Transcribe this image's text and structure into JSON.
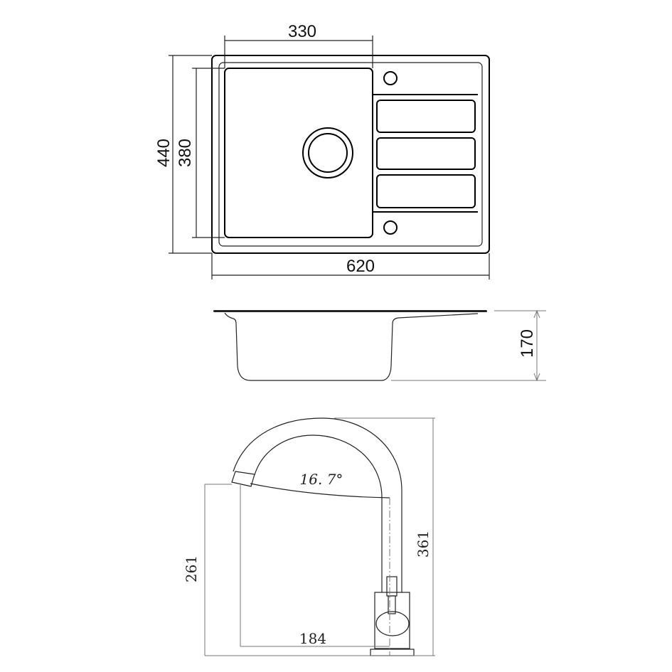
{
  "top_view": {
    "width_total": "620",
    "bowl_width": "330",
    "depth_total": "440",
    "bowl_depth": "380"
  },
  "side_view": {
    "height": "170"
  },
  "faucet": {
    "angle": "16. 7°",
    "height": "361",
    "spout_height": "261",
    "reach": "184"
  }
}
